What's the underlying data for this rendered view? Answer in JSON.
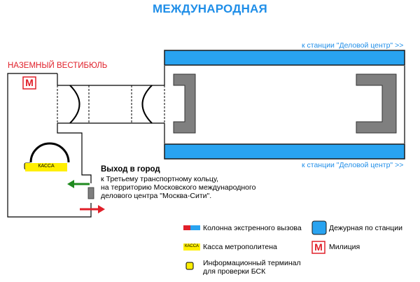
{
  "title": "МЕЖДУНАРОДНАЯ",
  "directions": {
    "top": "к станции \"Деловой центр\" >>",
    "bottom": "к станции \"Деловой центр\" >>"
  },
  "vestibule": {
    "label": "НАЗЕМНЫЙ ВЕСТИБЮЛЬ",
    "police_symbol": "М",
    "kassa_label": "КАССА"
  },
  "exit": {
    "heading": "Выход в город",
    "lines": [
      "к Третьему транспортному кольцу,",
      "на территорию Московского международного",
      "делового центра \"Москва-Сити\"."
    ]
  },
  "legend": {
    "emergency_column": "Колонна экстренного вызова",
    "station_duty": "Дежурная по станции",
    "ticket_office": "Касса метрополитена",
    "ticket_office_symbol": "КАССА",
    "police": "Милиция",
    "police_symbol": "М",
    "info_terminal_line1": "Информационный терминал",
    "info_terminal_line2": "для проверки БСК"
  },
  "colors": {
    "accent_blue": "#1f8ee8",
    "platform_blue": "#29a3f0",
    "police_red": "#e0202a",
    "arrow_green": "#1f8a1f",
    "arrow_red": "#e0202a",
    "kassa_yellow": "#ffef00",
    "wall_gray": "#7f7f7f"
  }
}
